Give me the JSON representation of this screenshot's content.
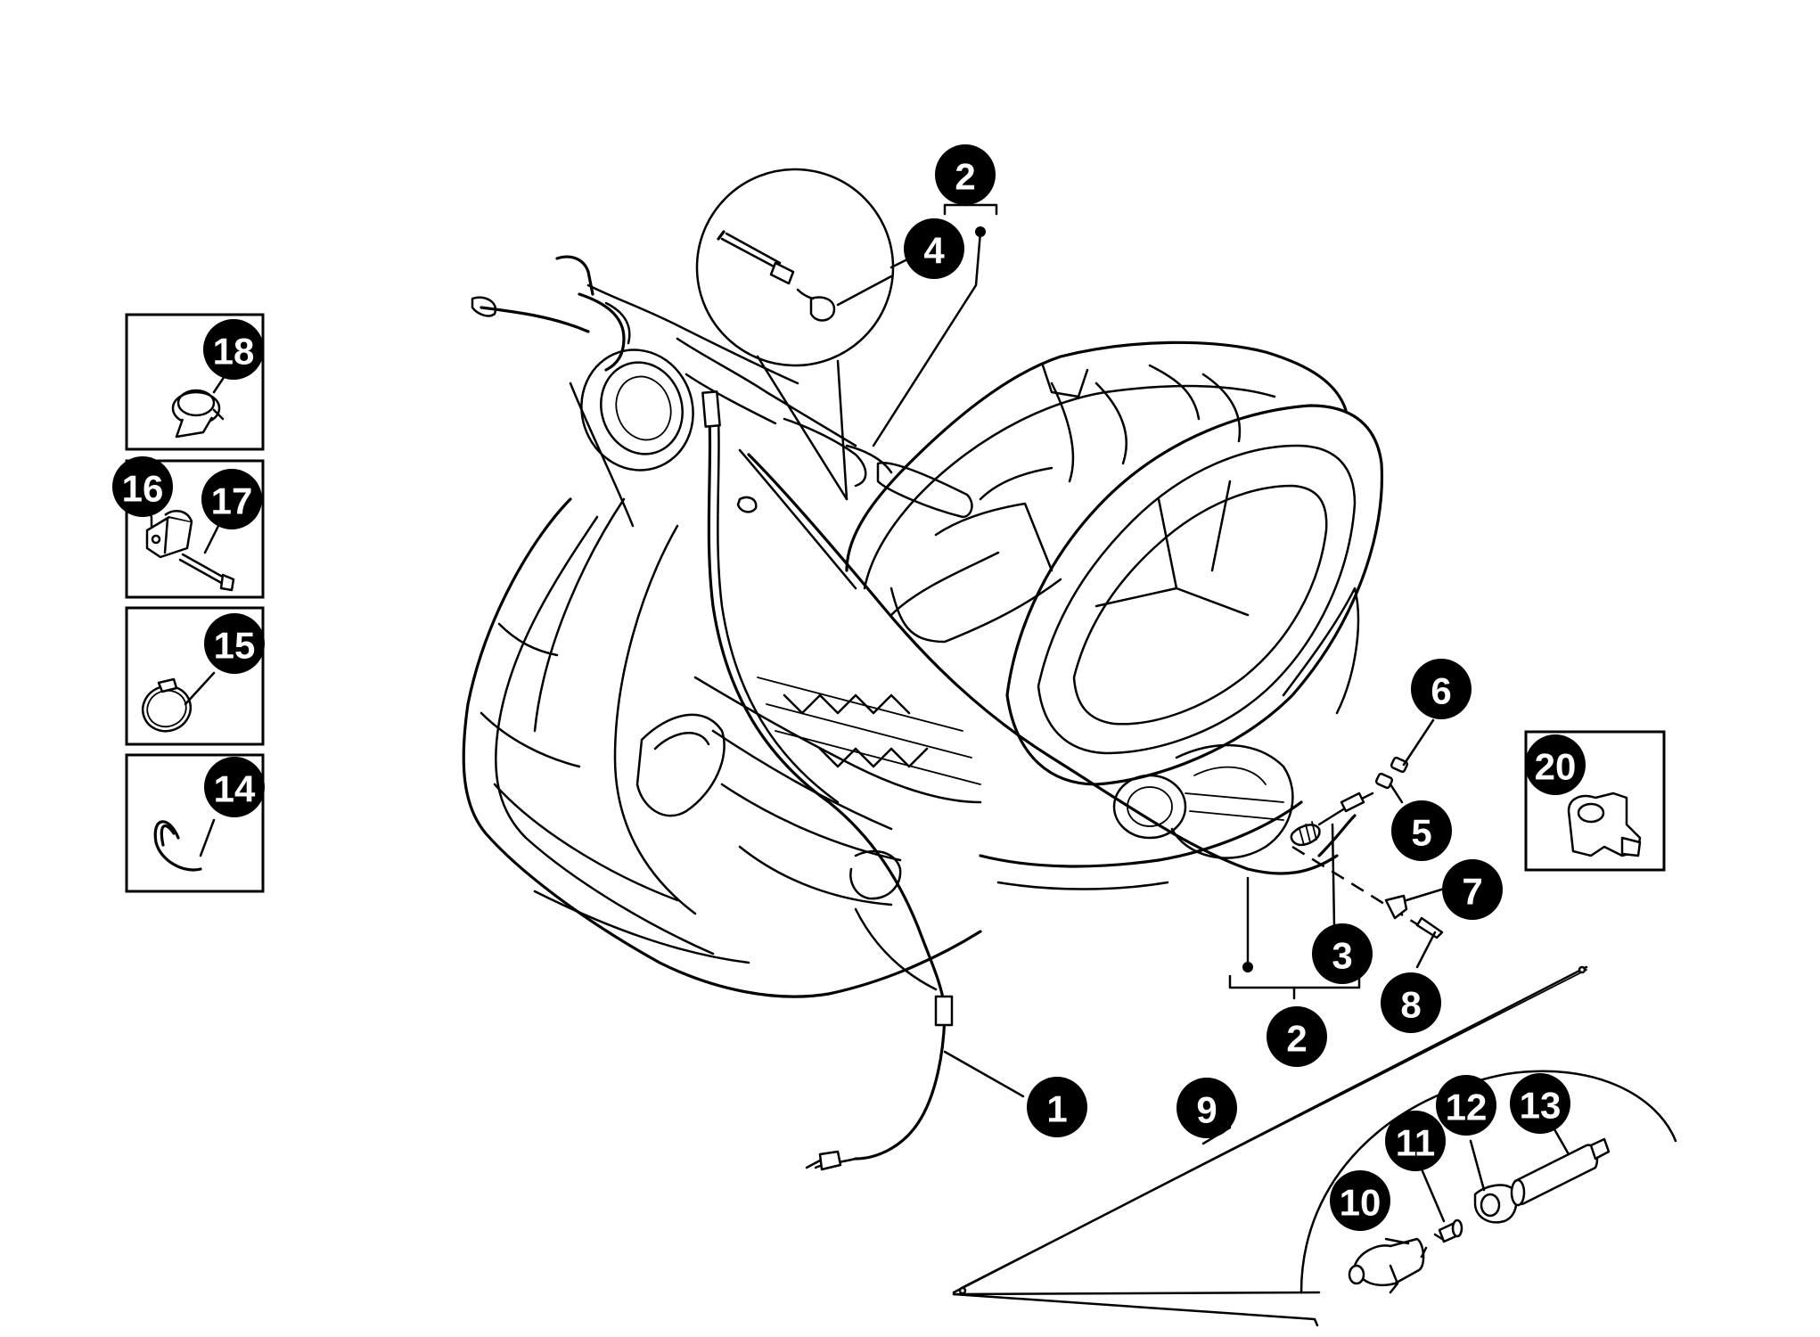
{
  "callouts": {
    "c1": "1",
    "c2a": "2",
    "c2b": "2",
    "c3": "3",
    "c4": "4",
    "c5": "5",
    "c6": "6",
    "c7": "7",
    "c8": "8",
    "c9": "9",
    "c10": "10",
    "c11": "11",
    "c12": "12",
    "c13": "13",
    "c14": "14",
    "c15": "15",
    "c16": "16",
    "c17": "17",
    "c18": "18",
    "c20": "20"
  },
  "icons": {
    "scooter": "scooter-line-drawing",
    "cable": "speedometer-cable-icon",
    "clip": "cable-clip-icon",
    "hose_clamp": "hose-clamp-icon",
    "bracket": "bracket-icon",
    "bolt": "bolt-icon",
    "ring_clamp": "ring-clamp-icon",
    "split_ring": "split-ring-icon",
    "connector": "cable-connector-icon"
  },
  "colors": {
    "ink": "#000000",
    "paper": "#ffffff",
    "label_text": "#ffffff"
  }
}
